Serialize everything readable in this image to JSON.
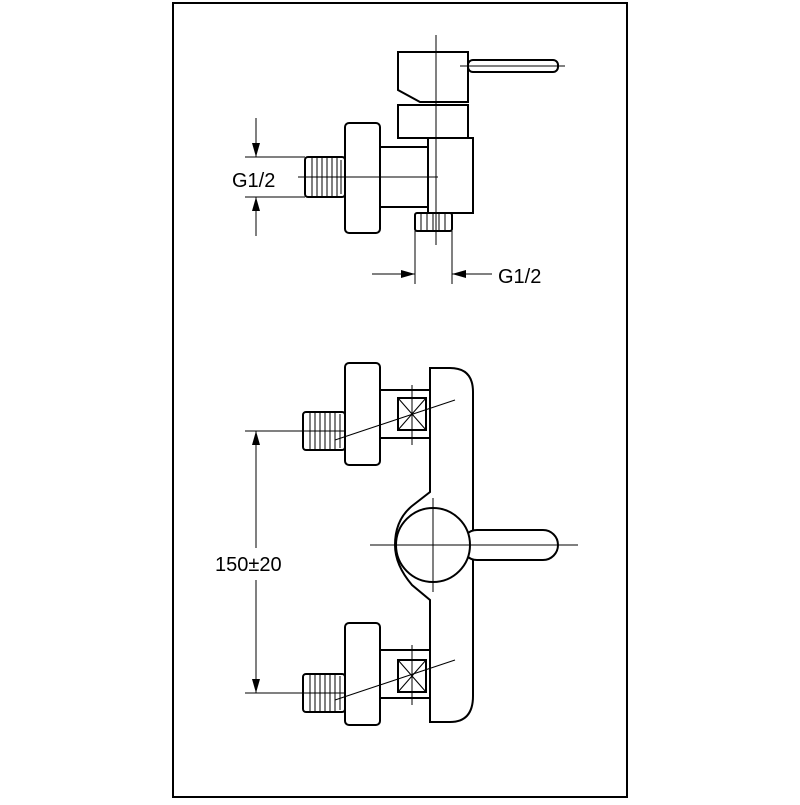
{
  "drawing": {
    "side_view": {
      "inlet_thread_label": "G1/2",
      "outlet_thread_label": "G1/2"
    },
    "front_view": {
      "center_distance_label": "150±20"
    }
  }
}
